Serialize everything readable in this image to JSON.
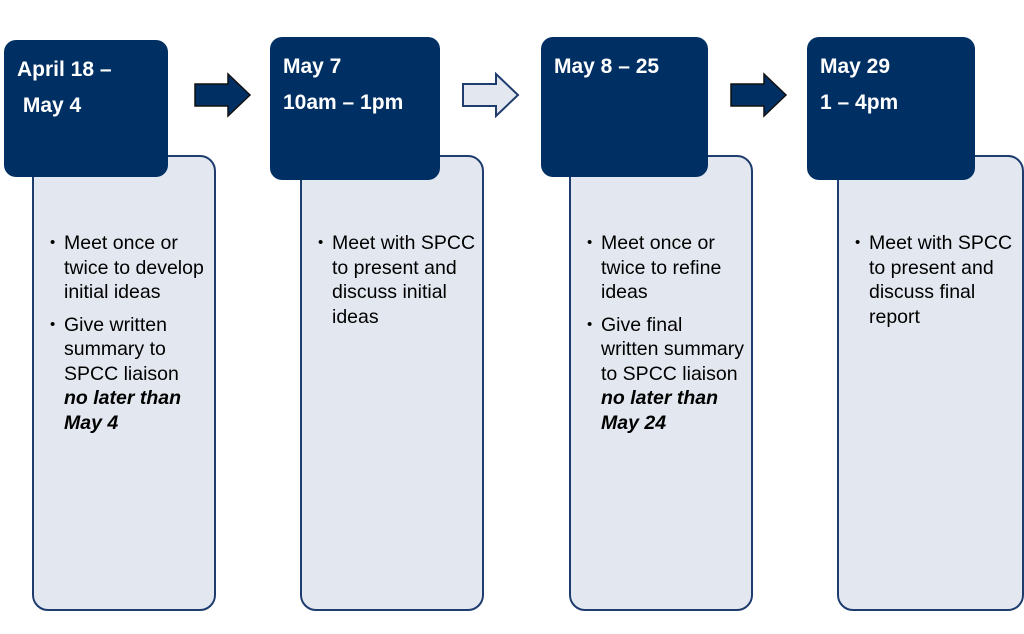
{
  "stages": [
    {
      "title": [
        "April 18 –",
        " May 4"
      ],
      "bullets": [
        {
          "text": "Meet once or twice to develop initial ideas"
        },
        {
          "text": "Give written summary to SPCC liaison ",
          "em": "no later than May 4"
        }
      ]
    },
    {
      "title": [
        "May 7",
        "10am – 1pm"
      ],
      "bullets": [
        {
          "text": "Meet with SPCC to present and discuss initial ideas"
        }
      ]
    },
    {
      "title": [
        "May 8 – 25"
      ],
      "bullets": [
        {
          "text": "Meet once or twice to refine ideas"
        },
        {
          "text": "Give final written summary to SPCC liaison ",
          "em": "no later than May 24"
        }
      ]
    },
    {
      "title": [
        "May 29",
        "1 – 4pm"
      ],
      "bullets": [
        {
          "text": "Meet with SPCC to present and discuss final report"
        }
      ]
    }
  ],
  "colors": {
    "header": "#003063",
    "body": "#e3e8f0",
    "border": "#1f3c6e"
  }
}
